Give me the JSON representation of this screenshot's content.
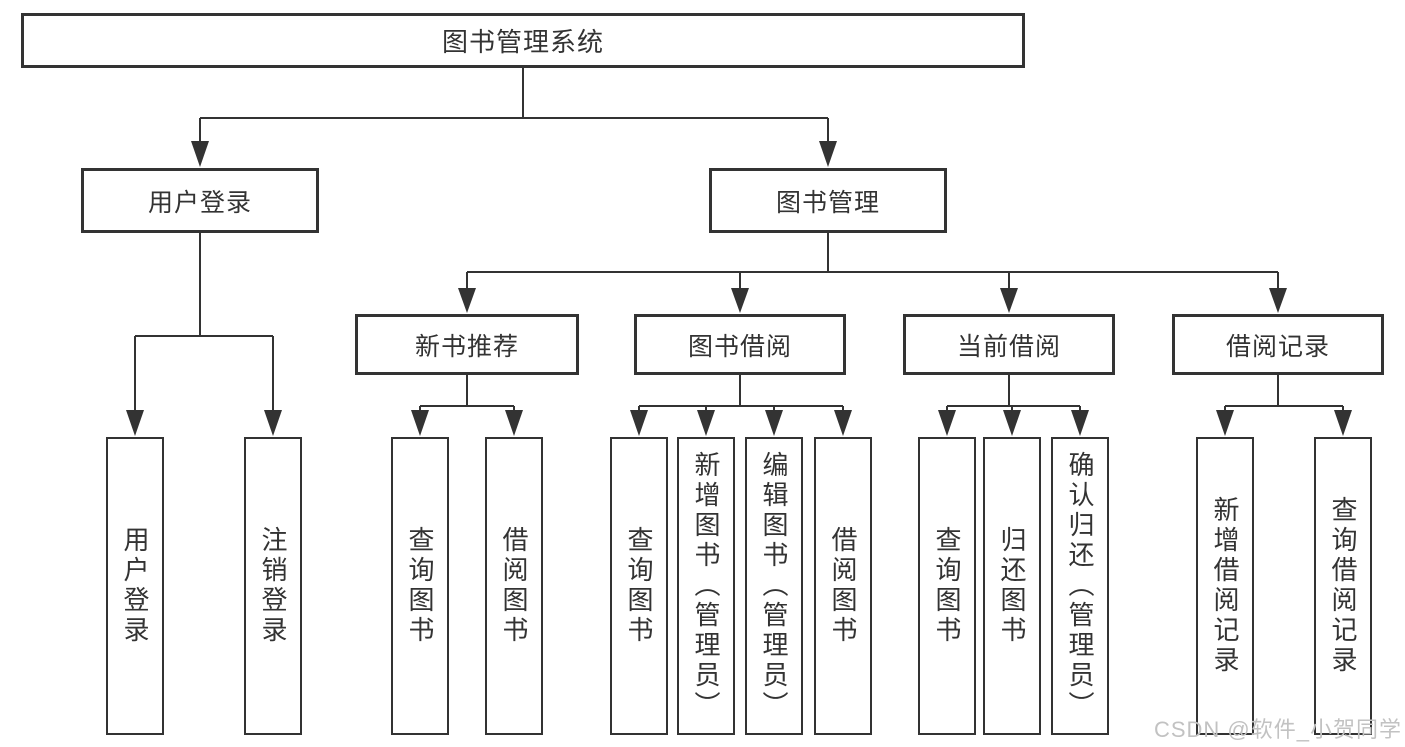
{
  "tree": {
    "root": "图书管理系统",
    "branches": [
      {
        "label": "用户登录",
        "children": [
          "用户登录",
          "注销登录"
        ]
      },
      {
        "label": "图书管理",
        "sections": [
          {
            "label": "新书推荐",
            "children": [
              "查询图书",
              "借阅图书"
            ]
          },
          {
            "label": "图书借阅",
            "children": [
              "查询图书",
              "新增图书（管理员）",
              "编辑图书（管理员）",
              "借阅图书"
            ]
          },
          {
            "label": "当前借阅",
            "children": [
              "查询图书",
              "归还图书",
              "确认归还（管理员）"
            ]
          },
          {
            "label": "借阅记录",
            "children": [
              "新增借阅记录",
              "查询借阅记录"
            ]
          }
        ]
      }
    ]
  },
  "watermark": {
    "text": "CSDN @软件_小贺同学"
  },
  "colors": {
    "line": "#333333",
    "text": "#333333",
    "watermark": "#c2c2c2",
    "background": "#ffffff"
  }
}
